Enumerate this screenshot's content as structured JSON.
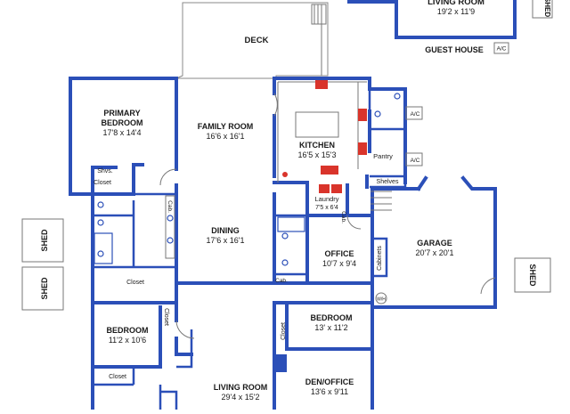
{
  "rooms": {
    "living_room_guest": {
      "name": "LIVING ROOM",
      "dims": "19'2 x 11'9"
    },
    "guest_house": {
      "name": "GUEST HOUSE"
    },
    "deck": {
      "name": "DECK"
    },
    "primary_bedroom": {
      "name_line1": "PRIMARY",
      "name_line2": "BEDROOM",
      "dims": "17'8 x 14'4"
    },
    "family_room": {
      "name": "FAMILY ROOM",
      "dims": "16'6 x 16'1"
    },
    "kitchen": {
      "name": "KITCHEN",
      "dims": "16'5 x 15'3"
    },
    "pantry": {
      "name": "Pantry"
    },
    "shelves": {
      "name": "Shelves"
    },
    "laundry": {
      "name": "Laundry",
      "dims": "7'5 x 6'4"
    },
    "dining": {
      "name": "DINING",
      "dims": "17'6 x 16'1"
    },
    "office": {
      "name": "OFFICE",
      "dims": "10'7 x 9'4"
    },
    "garage": {
      "name": "GARAGE",
      "dims": "20'7 x 20'1"
    },
    "bedroom_left": {
      "name": "BEDROOM",
      "dims": "11'2 x 10'6"
    },
    "bedroom_right": {
      "name": "BEDROOM",
      "dims": "13' x 11'2"
    },
    "living_room_main": {
      "name": "LIVING ROOM",
      "dims": "29'4 x 15'2"
    },
    "den_office": {
      "name": "DEN/OFFICE",
      "dims": "13'6 x 9'11"
    }
  },
  "labels": {
    "shed": "SHED",
    "ac": "A/C",
    "closet": "Closet",
    "shvs": "Shvs.",
    "cab": "Cab.",
    "cabinets": "Cabinets",
    "wh": "W/H"
  },
  "colors": {
    "wall": "#2b4fb8",
    "appliance": "#d9342b"
  }
}
